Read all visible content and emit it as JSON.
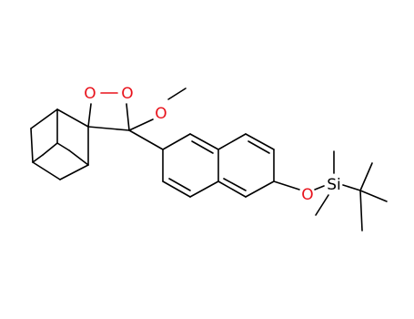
{
  "colors": {
    "background": "#ffffff",
    "bond": "#000000",
    "oxygen": "#e8121b",
    "silicon": "#000000"
  },
  "atoms": {
    "peroxide_o_left": "O",
    "peroxide_o_right": "O",
    "methoxy_o": "O",
    "ether_o": "O",
    "silicon": "Si"
  }
}
